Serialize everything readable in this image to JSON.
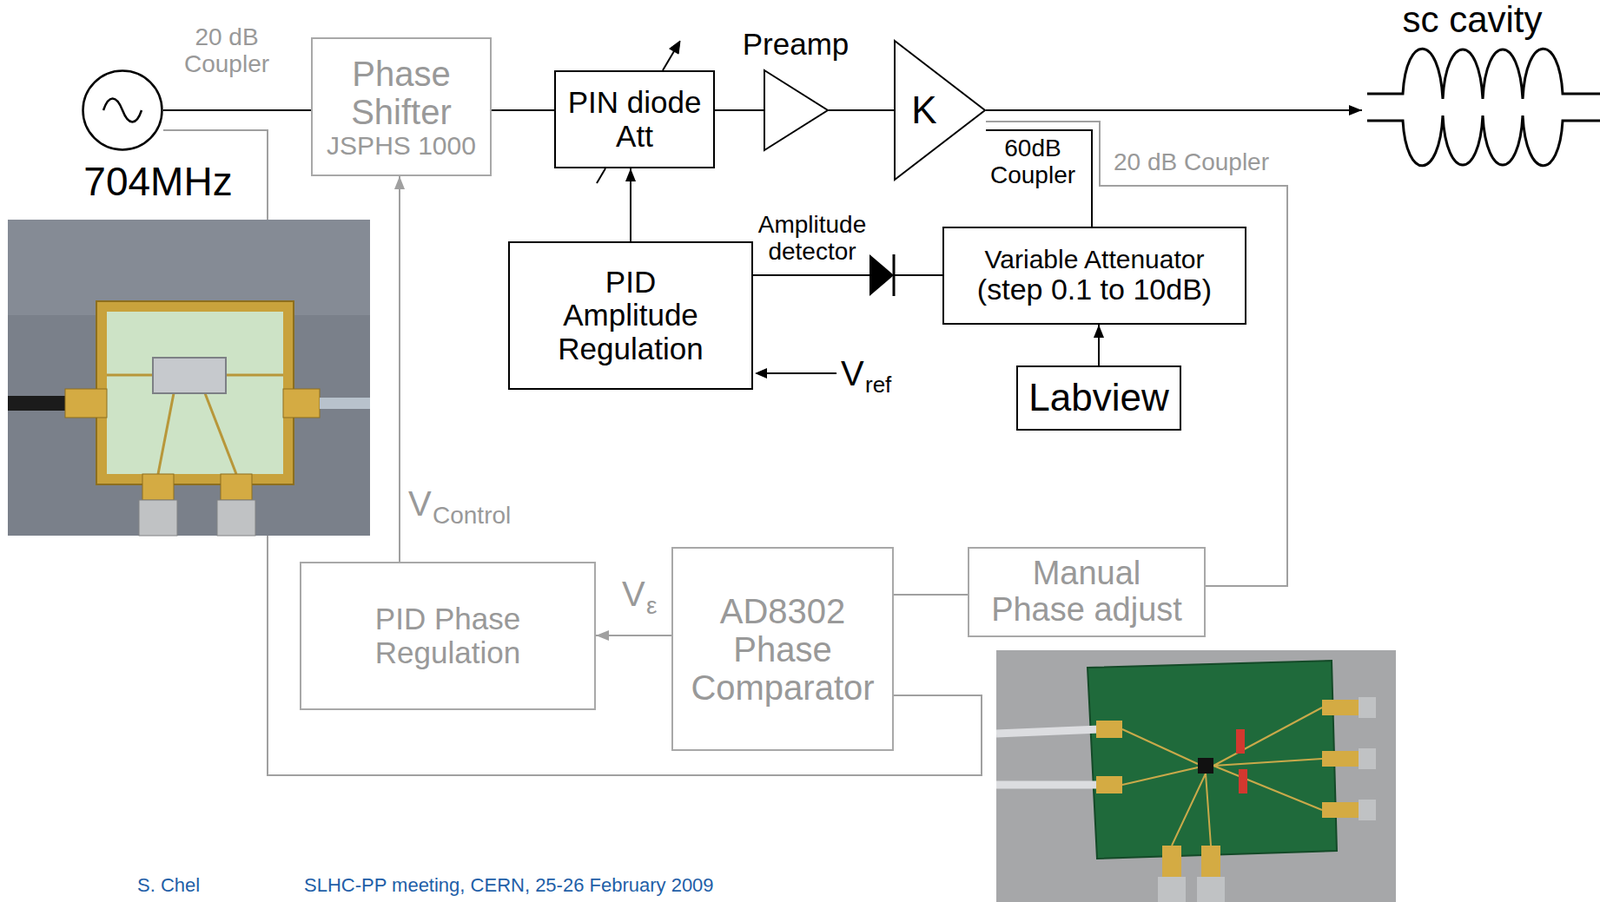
{
  "diagram": {
    "nodes": [
      {
        "text": [
          "704MHz"
        ]
      },
      {
        "text": [
          "Phase Shifter",
          "JSPHS 1000"
        ]
      },
      {
        "text": [
          "PIN diode Att"
        ]
      },
      {
        "text": [
          "Preamp"
        ]
      },
      {
        "text": [
          "K"
        ]
      },
      {
        "text": [
          "sc cavity"
        ]
      },
      {
        "text": [
          "PID Amplitude Regulation"
        ]
      },
      {
        "text": [
          "Variable Attenuator",
          "(step 0.1 to 10dB)"
        ]
      },
      {
        "text": [
          "Labview"
        ]
      },
      {
        "text": [
          "PID Phase Regulation"
        ]
      },
      {
        "text": [
          "AD8302 Phase Comparator"
        ]
      },
      {
        "text": [
          "Manual Phase adjust"
        ]
      }
    ],
    "edges": [
      {
        "from": 0,
        "to": 1,
        "arrow": "none"
      },
      {
        "from": 1,
        "to": 2,
        "arrow": "none"
      },
      {
        "from": 2,
        "to": 3,
        "arrow": "none"
      },
      {
        "from": 3,
        "to": 4,
        "arrow": "none"
      },
      {
        "from": 4,
        "to": 5,
        "arrow": "to"
      },
      {
        "from": 6,
        "to": 2,
        "arrow": "to"
      },
      {
        "from": 7,
        "to": 6,
        "label": "Amplitude detector",
        "arrow": "none"
      },
      {
        "from": 4,
        "to": 7,
        "arrow": "none"
      },
      {
        "from": 8,
        "to": 7,
        "arrow": "to"
      },
      {
        "from": 4,
        "to": 11,
        "arrow": "none"
      },
      {
        "from": 11,
        "to": 10,
        "arrow": "none"
      },
      {
        "from": 10,
        "to": 9,
        "arrow": "to"
      },
      {
        "from": 9,
        "to": 1,
        "arrow": "to"
      },
      {
        "from": 0,
        "to": 10,
        "arrow": "none"
      }
    ],
    "labels": [
      "20 dB Coupler",
      "60dB Coupler",
      "20 dB Coupler",
      "V",
      "ref",
      "V",
      "Control",
      "V",
      "ε",
      "S. Chel",
      "SLHC-PP meeting, CERN, 25-26 February 2009"
    ]
  }
}
